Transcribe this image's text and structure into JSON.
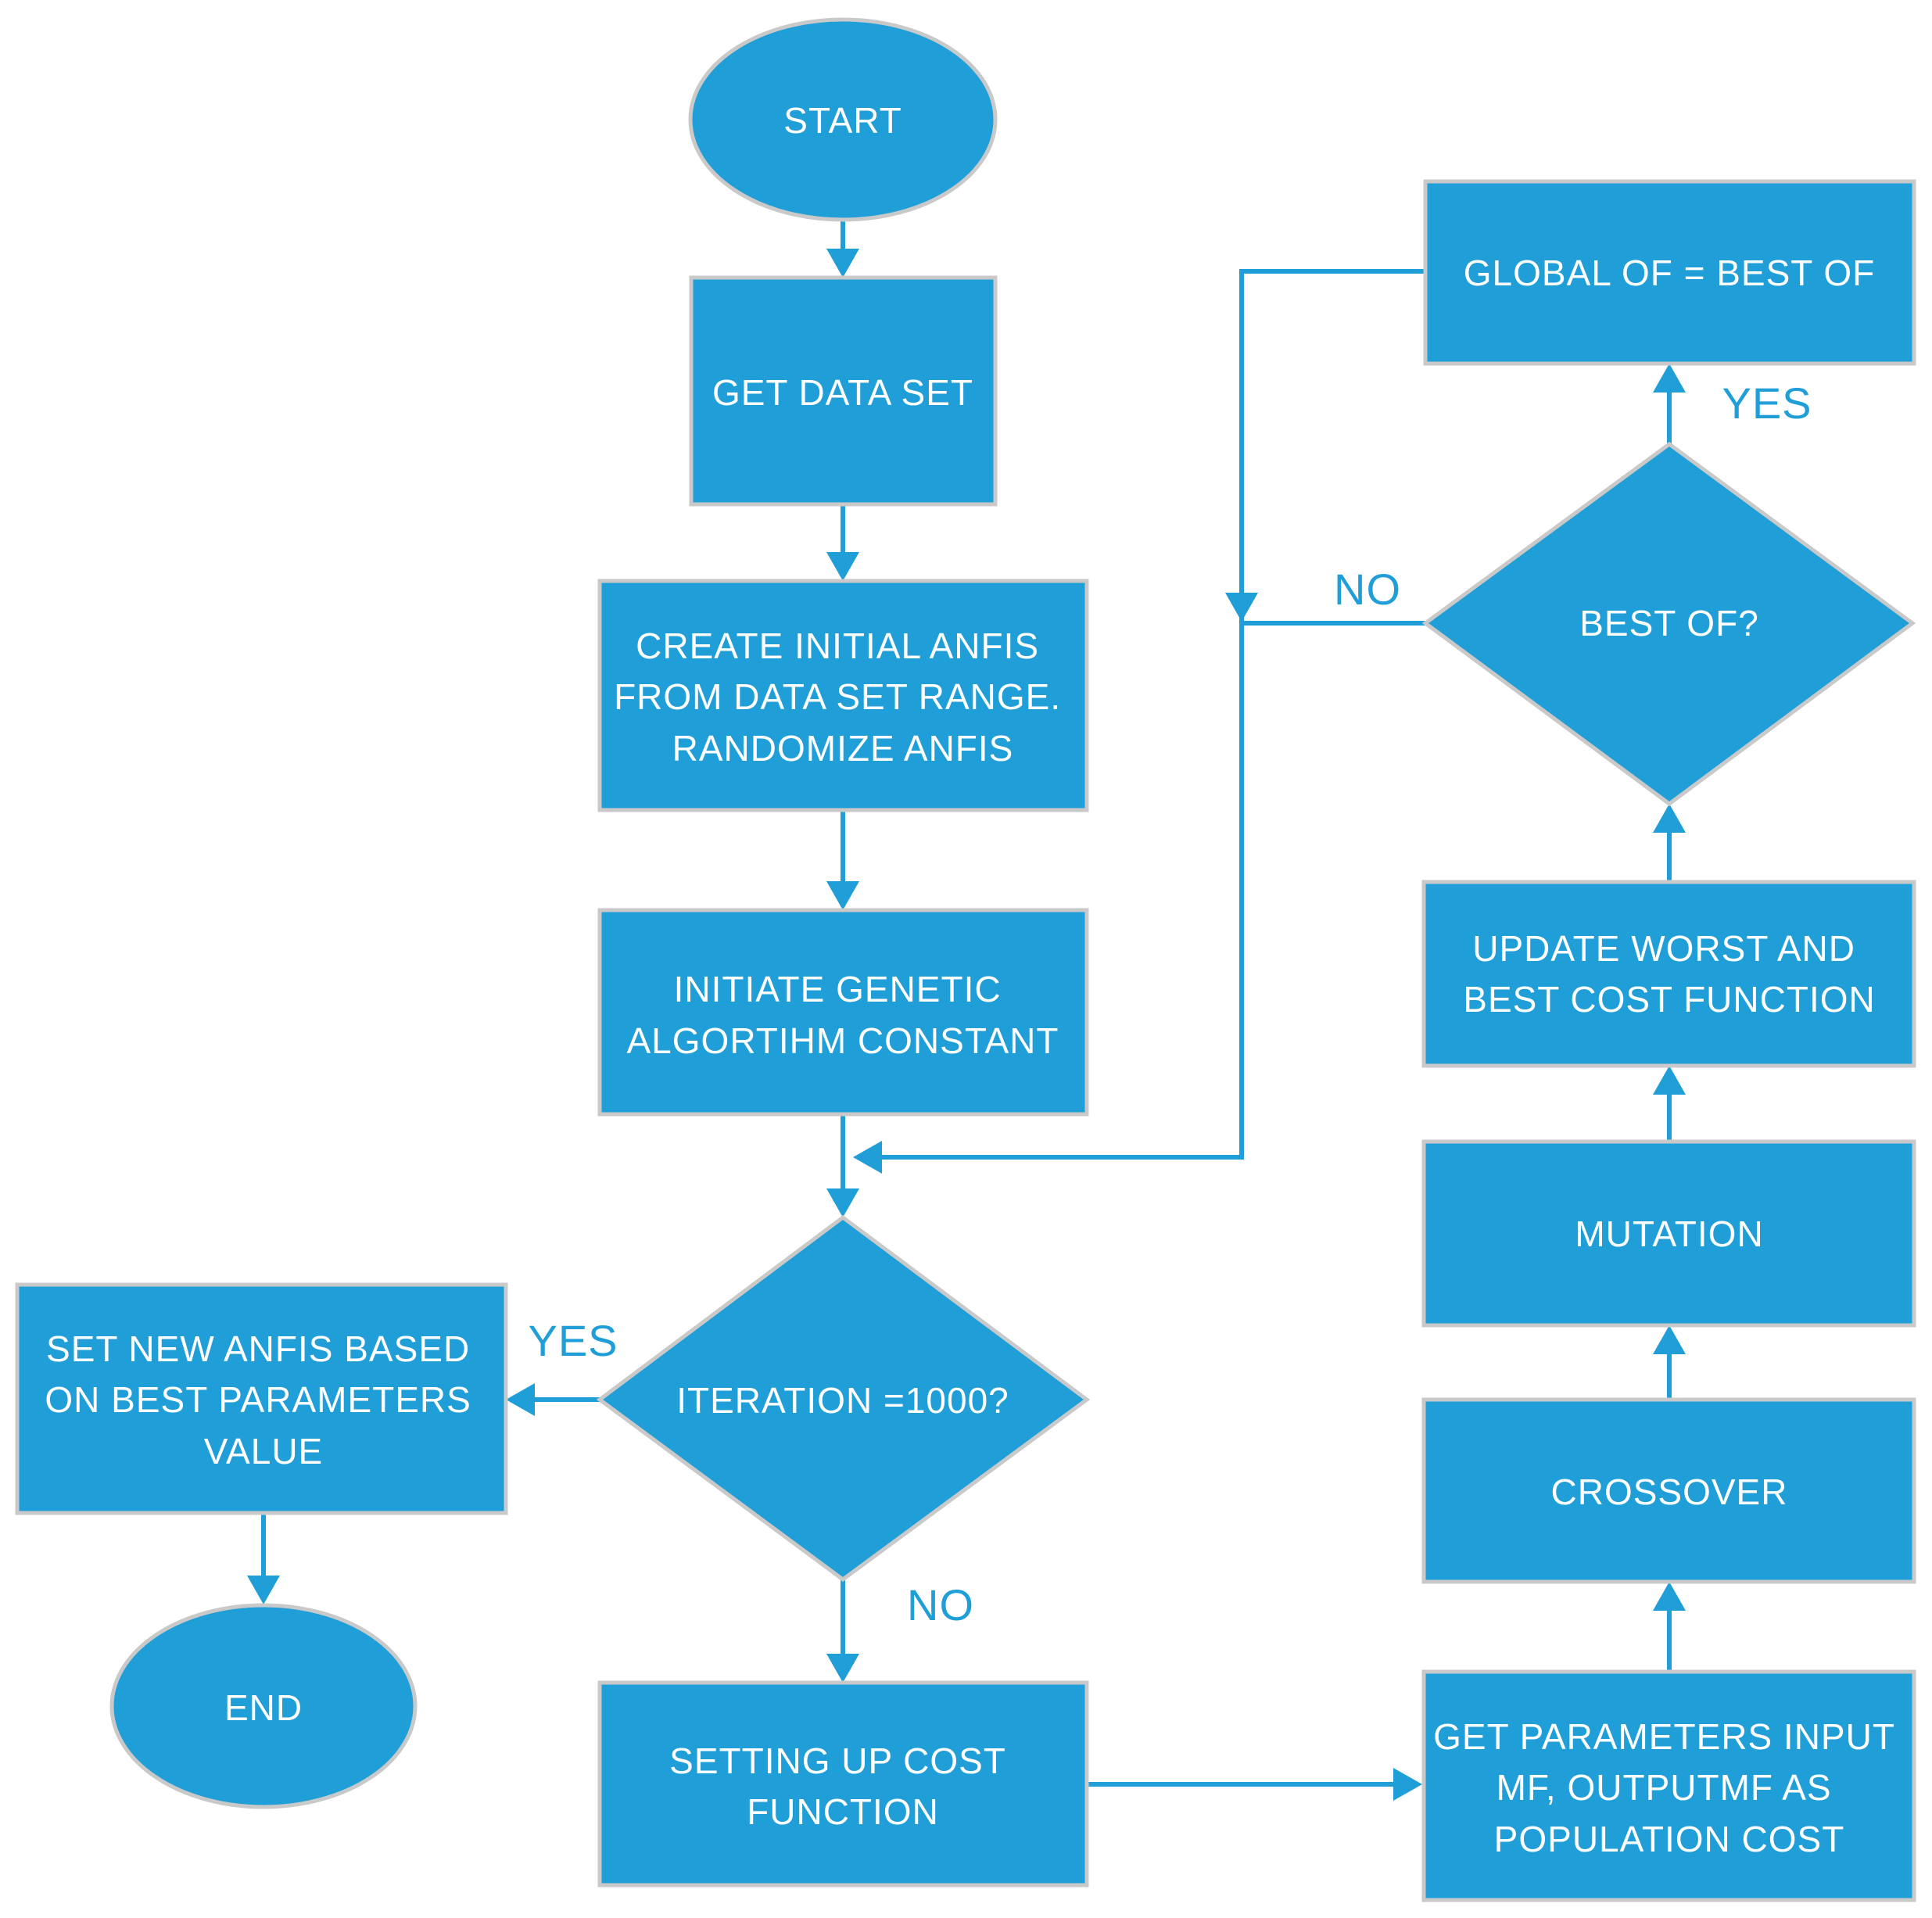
{
  "nodes": {
    "start": {
      "shape": "ellipse",
      "label": "START"
    },
    "get_data": {
      "shape": "rect",
      "lines": [
        "GET DATA SET"
      ]
    },
    "create_anfis": {
      "shape": "rect",
      "lines": [
        "CREATE INITIAL ANFIS",
        "FROM DATA SET RANGE.",
        "RANDOMIZE ANFIS"
      ]
    },
    "initiate_ga": {
      "shape": "rect",
      "lines": [
        "INITIATE GENETIC",
        "ALGORTIHM CONSTANT"
      ]
    },
    "iteration": {
      "shape": "diamond",
      "lines": [
        "ITERATION =1000?"
      ]
    },
    "set_new_anfis": {
      "shape": "rect",
      "lines": [
        "SET NEW ANFIS BASED",
        "ON BEST PARAMETERS",
        "VALUE"
      ]
    },
    "end": {
      "shape": "ellipse",
      "label": "END"
    },
    "cost_function": {
      "shape": "rect",
      "lines": [
        "SETTING UP COST",
        "FUNCTION"
      ]
    },
    "get_params": {
      "shape": "rect",
      "lines": [
        "GET PARAMETERS INPUT",
        "MF, OUTPUTMF AS",
        "POPULATION COST"
      ]
    },
    "crossover": {
      "shape": "rect",
      "lines": [
        "CROSSOVER"
      ]
    },
    "mutation": {
      "shape": "rect",
      "lines": [
        "MUTATION"
      ]
    },
    "update_cost": {
      "shape": "rect",
      "lines": [
        "UPDATE WORST AND",
        "BEST COST FUNCTION"
      ]
    },
    "best_of": {
      "shape": "diamond",
      "lines": [
        "BEST OF?"
      ]
    },
    "global_of": {
      "shape": "rect",
      "lines": [
        "GLOBAL OF = BEST OF"
      ]
    }
  },
  "edge_labels": {
    "iteration_yes": "YES",
    "iteration_no": "NO",
    "best_of_yes": "YES",
    "best_of_no": "NO"
  },
  "colors": {
    "fill": "#1f9ed8",
    "border": "#c9c9c9",
    "text": "#ffffff",
    "connector": "#1f9ed8"
  }
}
